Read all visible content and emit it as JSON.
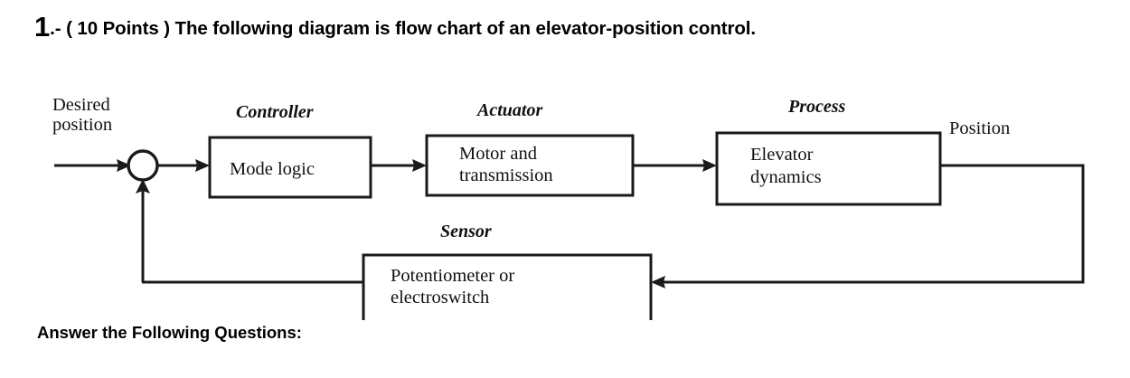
{
  "page": {
    "heading_number": "1",
    "heading_text": ".- ( 10 Points ) The following diagram is flow chart of an elevator-position control.",
    "answer_prompt": "Answer the Following Questions:",
    "background_color": "#ffffff",
    "ink_color": "#1a1a1a"
  },
  "diagram": {
    "type": "control-system-block-diagram",
    "input_signal": {
      "label_line1": "Desired",
      "label_line2": "position"
    },
    "output_signal": {
      "label": "Position"
    },
    "summing_junction": {
      "name": "summing-junction",
      "shape": "circle"
    },
    "blocks": [
      {
        "id": "controller",
        "title": "Controller",
        "body_line1": "Mode  logic",
        "body_line2": ""
      },
      {
        "id": "actuator",
        "title": "Actuator",
        "body_line1": "Motor  and",
        "body_line2": "transmission"
      },
      {
        "id": "process",
        "title": "Process",
        "body_line1": "Elevator",
        "body_line2": "dynamics"
      },
      {
        "id": "sensor",
        "title": "Sensor",
        "body_line1": "Potentiometer  or",
        "body_line2": "electroswitch"
      }
    ]
  }
}
